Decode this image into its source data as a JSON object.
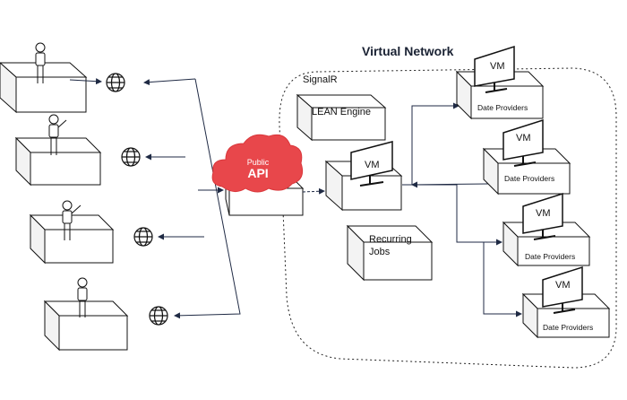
{
  "labels": {
    "network_title": "Virtual Network",
    "signalr": "SignalR",
    "lean_engine": "LEAN Engine",
    "recurring_line1": "Recurring",
    "recurring_line2": "Jobs",
    "cloud_line1": "Public",
    "cloud_line2": "API",
    "vm": "VM",
    "date_providers": "Date Providers"
  },
  "colors": {
    "cloud": "#e8474b",
    "line": "#1f2a44",
    "dashed_border": "#222222"
  },
  "icons": [
    "person-icon",
    "globe-icon",
    "cloud-icon",
    "monitor-icon"
  ]
}
